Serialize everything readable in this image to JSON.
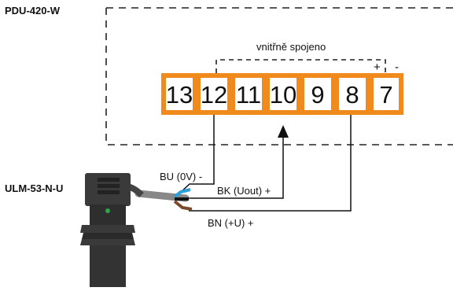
{
  "pdu": {
    "name": "PDU-420-W",
    "internal_link_label": "vnitřně spojeno",
    "plus": "+",
    "minus": "-"
  },
  "sensor": {
    "name": "ULM-53-N-U"
  },
  "terminals": [
    "13",
    "12",
    "11",
    "10",
    "9",
    "8",
    "7"
  ],
  "wires": {
    "bu": {
      "label": "BU (0V) -",
      "color": "#2a9fd8"
    },
    "bk": {
      "label": "BK (Uout) +",
      "color": "#111111"
    },
    "bn": {
      "label": "BN (+U) +",
      "color": "#7a4a2a"
    }
  },
  "colors": {
    "terminal_border": "#f08a1c",
    "dashed": "#222222"
  }
}
